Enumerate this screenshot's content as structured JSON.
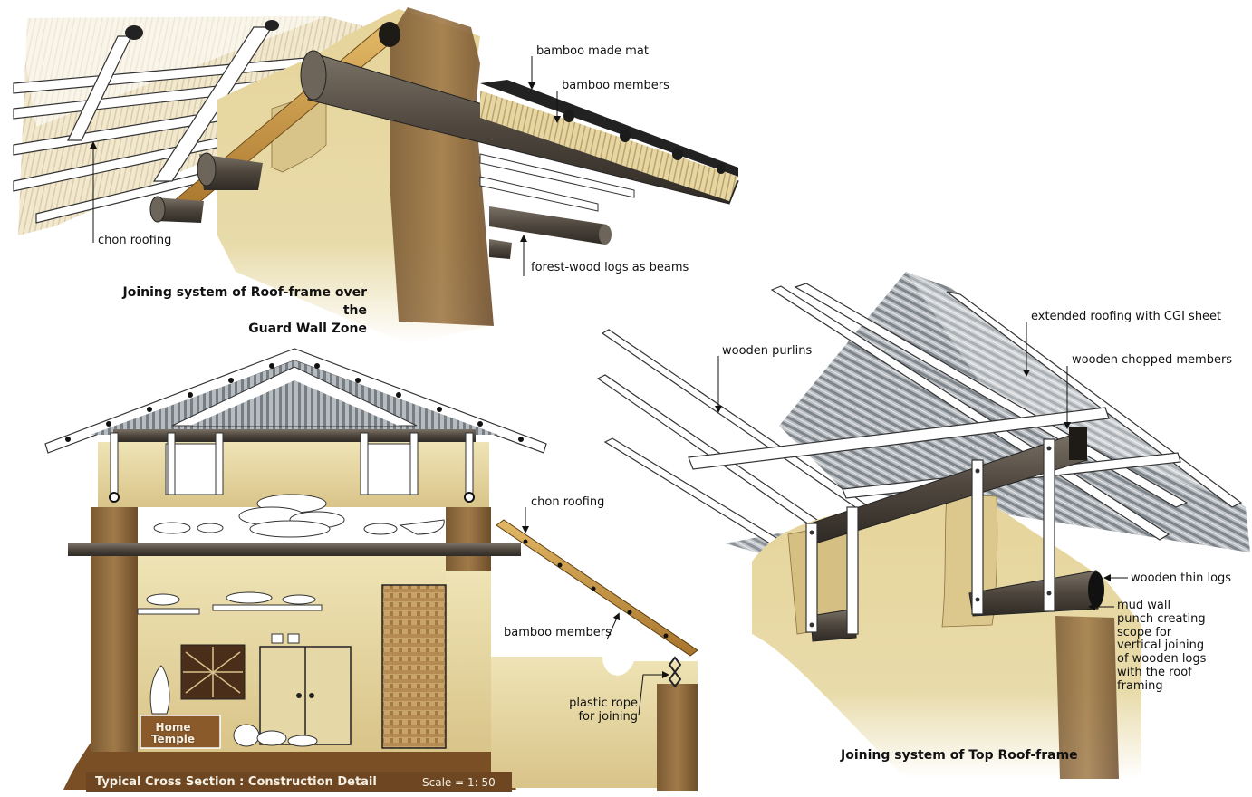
{
  "top_detail": {
    "title_line1": "Joining system of Roof-frame over the",
    "title_line2": "Guard Wall Zone",
    "labels": {
      "bamboo_mat": "bamboo made mat",
      "bamboo_members": "bamboo members",
      "chon_roofing": "chon roofing",
      "forest_logs": "forest-wood logs as beams"
    }
  },
  "right_detail": {
    "title": "Joining system of Top Roof-frame",
    "labels": {
      "extended_roofing": "extended roofing with CGI sheet",
      "wooden_purlins": "wooden purlins",
      "wooden_chopped": "wooden chopped members",
      "wooden_thin_logs": "wooden thin logs",
      "mud_wall_lines": [
        "mud wall",
        "punch creating",
        "scope for",
        "vertical joining",
        "of wooden logs",
        "with the roof",
        "framing"
      ]
    }
  },
  "section": {
    "title": "Typical Cross Section : Construction Detail",
    "scale": "Scale = 1: 50",
    "labels": {
      "chon_roofing": "chon roofing",
      "bamboo_members": "bamboo members",
      "plastic_rope_line1": "plastic rope",
      "plastic_rope_line2": "for joining",
      "home_temple_line1": "Home",
      "home_temple_line2": "Temple"
    }
  },
  "colors": {
    "mud_light": "#e9dca6",
    "mud_dark": "#8a5a2b",
    "log": "#5b5246",
    "bamboo": "#c8963e",
    "cgi": "#9aa0a6"
  }
}
